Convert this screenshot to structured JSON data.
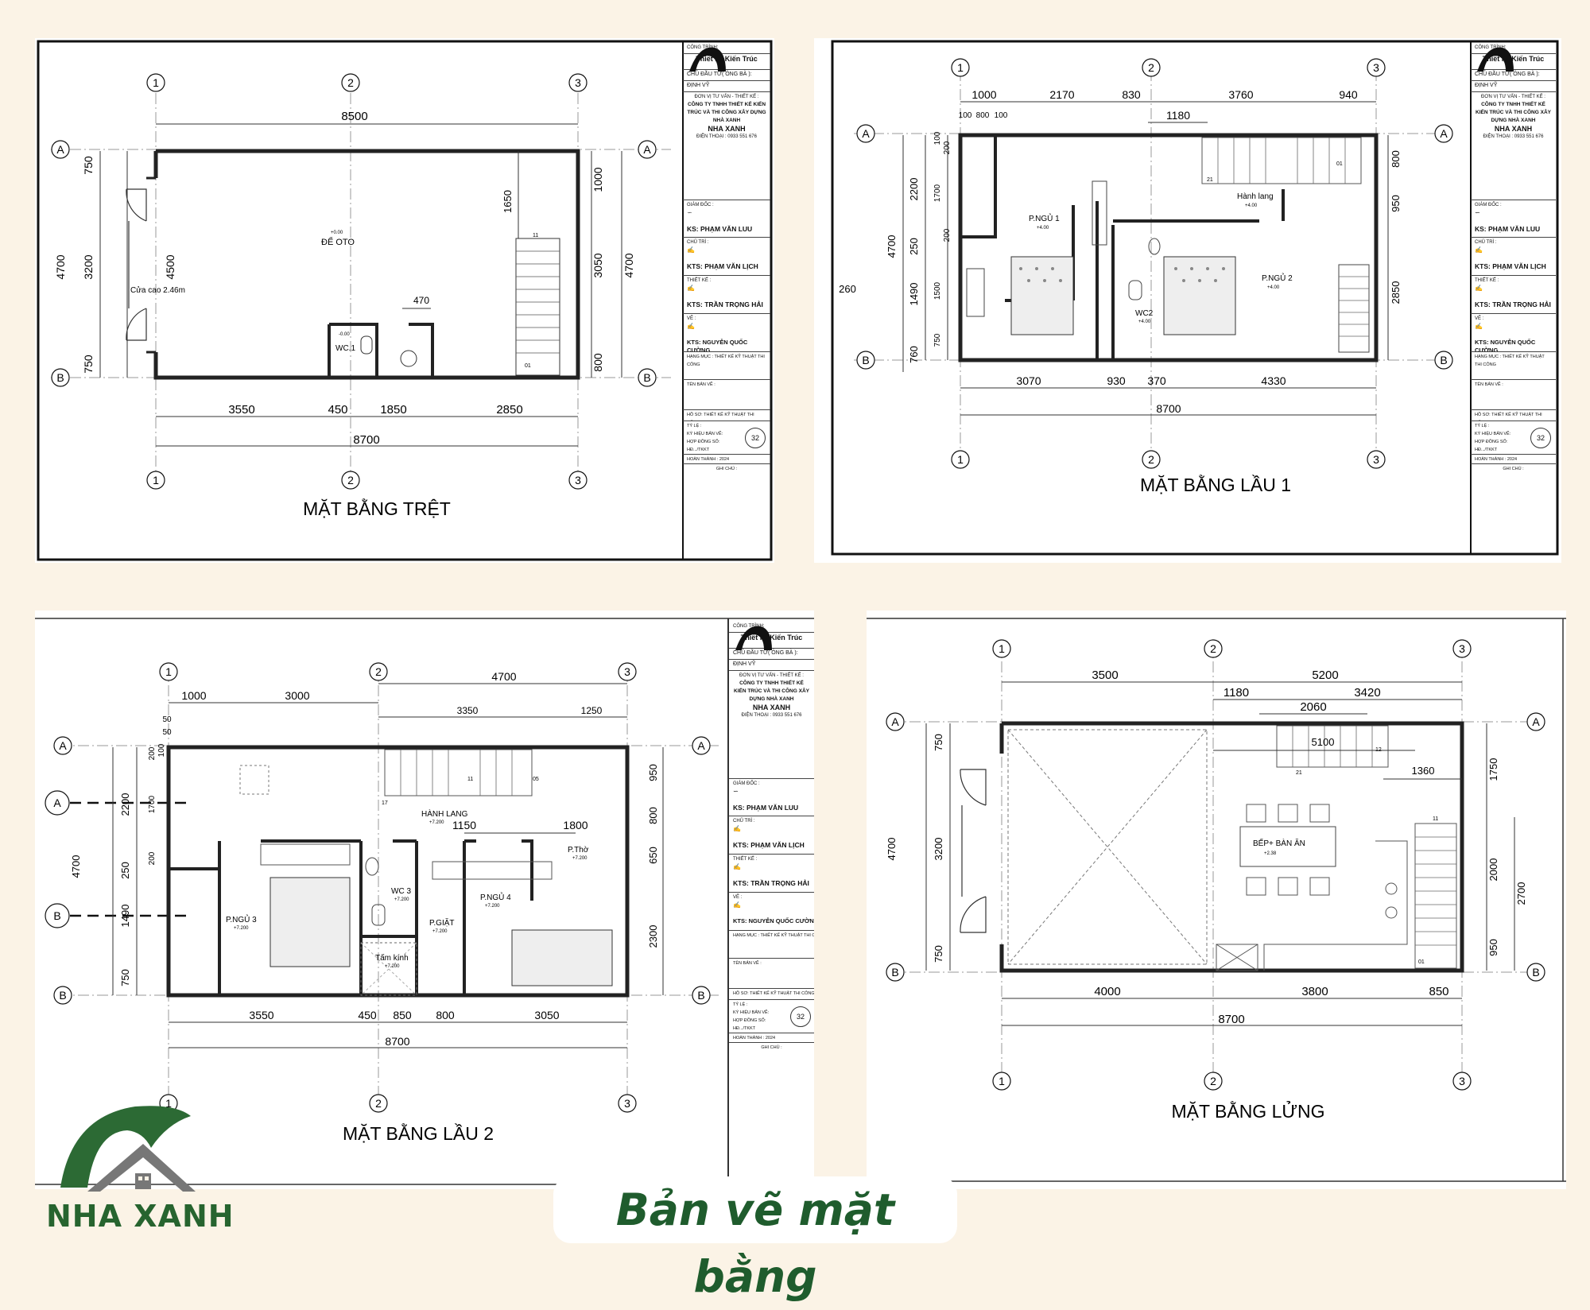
{
  "caption": "Bản vẽ mặt bằng",
  "brand": {
    "name": "NHA XANH",
    "logo_icon": "nha-xanh-roof-leaf-icon",
    "green": "#2c6a34",
    "grey": "#777777"
  },
  "titleblock": {
    "cong_trinh_label": "CÔNG TRÌNH:",
    "cong_trinh_value": "Thiết kế Kiến Trúc",
    "chu_dau_tu_label": "CHỦ ĐẦU TƯ( ÔNG BÀ ):",
    "chu_dau_tu_value": "ĐỊNH VỸ",
    "don_vi_label": "ĐƠN VỊ TƯ VẤN - THIẾT KẾ :",
    "company": "CÔNG TY TNHH THIẾT KẾ KIẾN TRÚC VÀ THI CÔNG XÂY DỰNG NHÀ XANH",
    "logo_text": "NHA XANH",
    "phone": "ĐIỆN THOẠI : 0933 551 676",
    "giam_doc_label": "GIÁM ĐỐC :",
    "giam_doc": "KS: PHẠM VĂN LUU",
    "chu_tri_label": "CHỦ TRÌ :",
    "chu_tri": "KTS: PHẠM VĂN LỊCH",
    "thiet_ke_label": "THIẾT KẾ :",
    "thiet_ke": "KTS: TRẦN TRỌNG HẢI",
    "ve_label": "VẼ :",
    "ve": "KTS: NGUYỄN QUỐC CƯỜNG",
    "hang_muc_label": "HẠNG MỤC :",
    "hang_muc": "THIẾT KẾ KỸ THUẬT THI CÔNG",
    "ten_ban_ve": "TÊN BẢN VẼ :",
    "ho_so_label": "HỒ SƠ:",
    "ho_so": "THIẾT KẾ KỸ THUẬT THI CÔNG",
    "ty_le": "TỶ LỆ :",
    "ky_hieu": "KÝ HIỆU BẢN VẼ:",
    "hop_dong": "HỢP ĐỒNG SỐ:",
    "hop_dong_value": "HĐ.../TKKT",
    "sheet_no": "32",
    "hoan_thanh_label": "HOÀN THÀNH :",
    "hoan_thanh": "2024",
    "ghi_chu": "GHI CHÚ :"
  },
  "plans": {
    "tret": {
      "title": "MẶT BẰNG TRỆT",
      "grid": [
        "1",
        "2",
        "3",
        "A",
        "B"
      ],
      "top_dims": [
        "8500"
      ],
      "bottom_dims": [
        "3550",
        "450",
        "1850",
        "2850"
      ],
      "bottom_total": "8700",
      "left_dims": [
        "750",
        "3200",
        "750"
      ],
      "left_total": "4700",
      "left_inner": "4500",
      "right_dims": [
        "1000",
        "3050",
        "800"
      ],
      "right_total": "4700",
      "rooms": [
        "ĐỂ OTO",
        "WC.1"
      ],
      "labels": [
        "Cửa cao 2.46m",
        "1650",
        "470",
        "11",
        "01"
      ],
      "levels": [
        "+0.00",
        "-0.00"
      ]
    },
    "lau1": {
      "title": "MẶT BẰNG LẦU 1",
      "grid": [
        "1",
        "2",
        "3",
        "A",
        "B"
      ],
      "top_dims": [
        "1000",
        "2170",
        "830",
        "3760",
        "940"
      ],
      "top_small": [
        "100",
        "800",
        "100"
      ],
      "top_inner": "1180",
      "bottom_dims": [
        "3070",
        "930",
        "370",
        "4330"
      ],
      "bottom_total": "8700",
      "left_dims": [
        "2200",
        "250",
        "1490",
        "760"
      ],
      "left_total": "4700",
      "left_inner": [
        "100",
        "200",
        "1700",
        "200",
        "1500",
        "750"
      ],
      "left_extra": "260",
      "right_dims": [
        "800",
        "950",
        "2850"
      ],
      "rooms": [
        "P.NGỦ 1",
        "Hành lang",
        "P.NGỦ 2",
        "WC2"
      ],
      "levels": [
        "+4.00",
        "+4.00",
        "+4.00",
        "+4.00"
      ],
      "stair": [
        "21",
        "01"
      ]
    },
    "lau2": {
      "title": "MẶT BẰNG LẦU 2",
      "grid": [
        "1",
        "2",
        "3",
        "A",
        "B"
      ],
      "top_dims": [
        "1000",
        "3000"
      ],
      "top_total": "4700",
      "top_inner": [
        "3350",
        "1250",
        "1150",
        "1800"
      ],
      "top_small": [
        "50",
        "50"
      ],
      "bottom_dims": [
        "3550",
        "450",
        "850",
        "800",
        "3050"
      ],
      "bottom_total": "8700",
      "left_dims": [
        "2200",
        "250",
        "1490",
        "750"
      ],
      "left_total": "4700",
      "left_inner": [
        "200",
        "100",
        "1700",
        "200"
      ],
      "right_dims": [
        "950",
        "800",
        "650",
        "2300"
      ],
      "rooms": [
        "HÀNH LANG",
        "P.Thờ",
        "P.NGỦ 4",
        "P.NGỦ 3",
        "WC 3",
        "P.GIẶT",
        "Tấm kính"
      ],
      "levels": [
        "+7.200",
        "+7.200",
        "+7.200",
        "+7.200",
        "+7.200",
        "+7.200",
        "+7.200"
      ],
      "stair": [
        "11",
        "05",
        "17"
      ]
    },
    "lung": {
      "title": "MẶT BẰNG LỬNG",
      "grid": [
        "1",
        "2",
        "3",
        "A",
        "B"
      ],
      "top_dims": [
        "3500",
        "5200"
      ],
      "top_inner": [
        "1180",
        "2060",
        "3420"
      ],
      "stair_dims": [
        "5100",
        "1360"
      ],
      "bottom_dims": [
        "4000",
        "3800",
        "850"
      ],
      "bottom_total": "8700",
      "left_dims": [
        "750",
        "3200",
        "750"
      ],
      "left_total": "4700",
      "right_dims": [
        "1750",
        "2000",
        "950"
      ],
      "right_total": "2700",
      "rooms": [
        "BẾP+ BÀN ĂN"
      ],
      "levels": [
        "+2.38"
      ],
      "stair": [
        "12",
        "21",
        "11",
        "01"
      ]
    }
  }
}
